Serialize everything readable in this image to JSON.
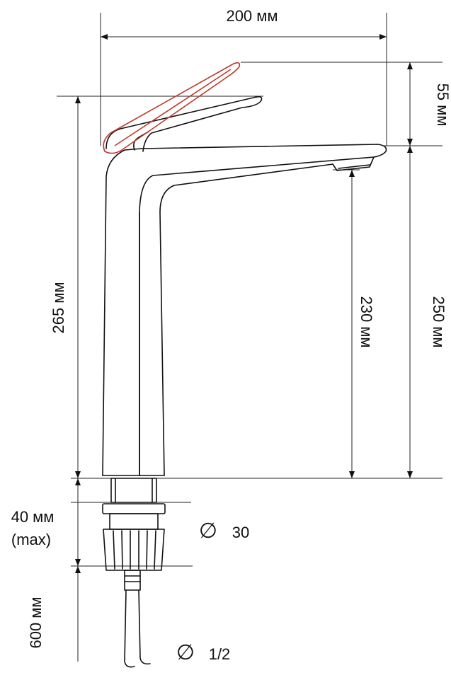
{
  "dimensions": {
    "width": "200 мм",
    "handle_rise": "55 мм",
    "total_height": "265 мм",
    "spout_height": "230 мм",
    "spout_top_height": "250 мм",
    "mount_depth": "40 мм",
    "mount_depth_note": "(max)",
    "hose_length": "600 мм"
  },
  "diameters": {
    "shank_symbol": "∅",
    "shank_value": "30",
    "hose_symbol": "∅",
    "hose_value": "1/2"
  },
  "colors": {
    "outline": "#111111",
    "handle_alt": "#c0392b"
  }
}
